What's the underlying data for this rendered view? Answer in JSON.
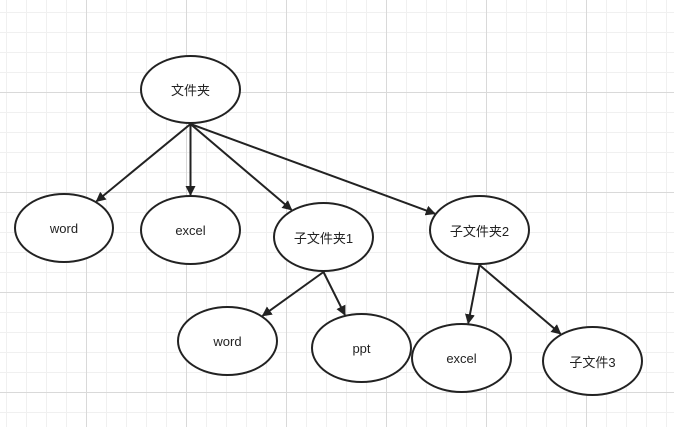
{
  "nodes": {
    "root": "文件夹",
    "word1": "word",
    "excel1": "excel",
    "sub1": "子文件夹1",
    "sub2": "子文件夹2",
    "word2": "word",
    "ppt": "ppt",
    "excel2": "excel",
    "sub3": "子文件3"
  },
  "edges": [
    [
      "root",
      "word1"
    ],
    [
      "root",
      "excel1"
    ],
    [
      "root",
      "sub1"
    ],
    [
      "root",
      "sub2"
    ],
    [
      "sub1",
      "word2"
    ],
    [
      "sub1",
      "ppt"
    ],
    [
      "sub2",
      "excel2"
    ],
    [
      "sub2",
      "sub3"
    ]
  ],
  "colors": {
    "stroke": "#222222",
    "fill": "#ffffff",
    "grid": "#d9d9d9"
  }
}
